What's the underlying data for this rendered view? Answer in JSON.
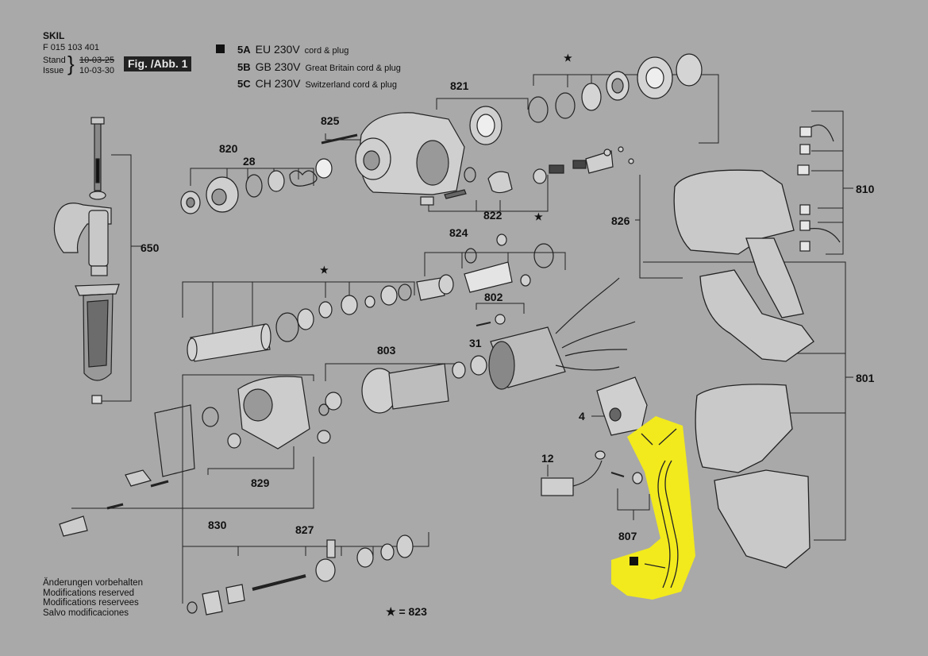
{
  "header": {
    "brand": "SKIL",
    "doc_number": "F 015 103 401",
    "stand_label": "Stand",
    "issue_label": "Issue",
    "stand_date": "10-03-25",
    "issue_date": "10-03-30",
    "figure_label": "Fig. /Abb. 1"
  },
  "legend": [
    {
      "code": "5A",
      "voltage": "EU 230V",
      "desc": "cord & plug"
    },
    {
      "code": "5B",
      "voltage": "GB 230V",
      "desc": "Great Britain cord & plug"
    },
    {
      "code": "5C",
      "voltage": "CH 230V",
      "desc": "Switzerland cord & plug"
    }
  ],
  "part_labels": {
    "p821": "821",
    "p825": "825",
    "p820": "820",
    "p28": "28",
    "p822": "822",
    "p650": "650",
    "p824": "824",
    "p802": "802",
    "p803": "803",
    "p31": "31",
    "p810": "810",
    "p826": "826",
    "p801": "801",
    "p4": "4",
    "p12": "12",
    "p807": "807",
    "p829": "829",
    "p830": "830",
    "p827": "827",
    "star1": "★",
    "star2": "★",
    "star3": "★"
  },
  "notes": {
    "de": "Änderungen vorbehalten",
    "en": "Modifications reserved",
    "fr": "Modifications reservees",
    "es": "Salvo modificaciones"
  },
  "star_note": "★ = 823",
  "colors": {
    "background": "#a9a9a9",
    "highlight": "#f2ea1c",
    "ink": "#111111"
  }
}
